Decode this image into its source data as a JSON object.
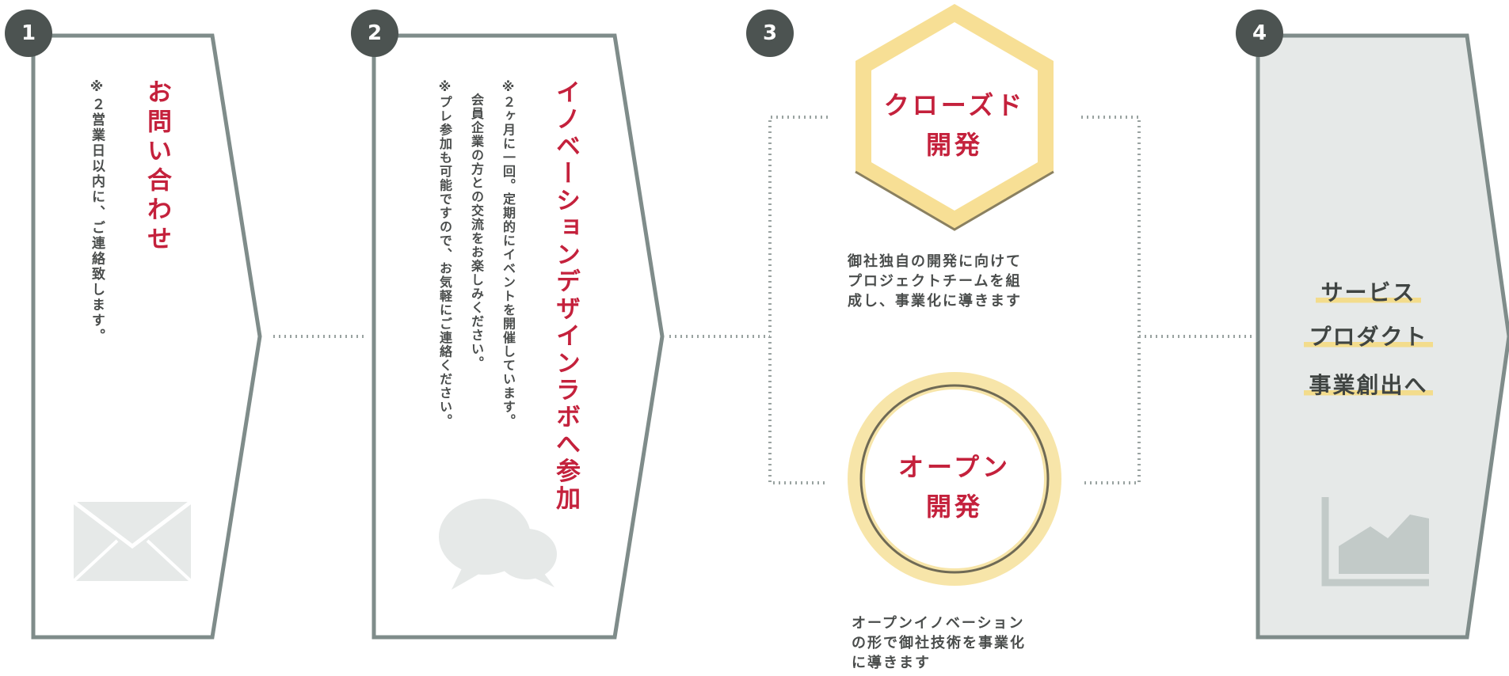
{
  "colors": {
    "accent_red": "#c4213c",
    "dark_gray": "#4c5351",
    "outline_gray": "#7f8c8a",
    "light_gray_fill": "#e6e9e8",
    "hex_yellow": "#f7df95",
    "circle_yellow": "#f7e5a9"
  },
  "steps": [
    {
      "number": "1",
      "title": "お問い合わせ",
      "notes": [
        "※２営業日以内に、ご連絡致します。"
      ],
      "icon": "envelope-icon"
    },
    {
      "number": "2",
      "title": "イノベーションデザインラボへ参加",
      "notes": [
        "※２ヶ月に一回。定期的にイベントを開催しています。",
        "　会員企業の方との交流をお楽しみください。",
        "※プレ参加も可能ですので、お気軽にご連絡ください。"
      ],
      "icon": "speech-bubble-icon"
    },
    {
      "number": "3",
      "closed": {
        "title_line1": "クローズド",
        "title_line2": "開発",
        "desc": [
          "御社独自の開発に向けて",
          "プロジェクトチームを組",
          "成し、事業化に導きます"
        ]
      },
      "open": {
        "title_line1": "オープン",
        "title_line2": "開発",
        "desc": [
          "オープンイノベーション",
          "の形で御社技術を事業化",
          "に導きます"
        ]
      }
    },
    {
      "number": "4",
      "results": [
        "サービス",
        "プロダクト",
        "事業創出へ"
      ],
      "icon": "growth-chart-icon"
    }
  ]
}
